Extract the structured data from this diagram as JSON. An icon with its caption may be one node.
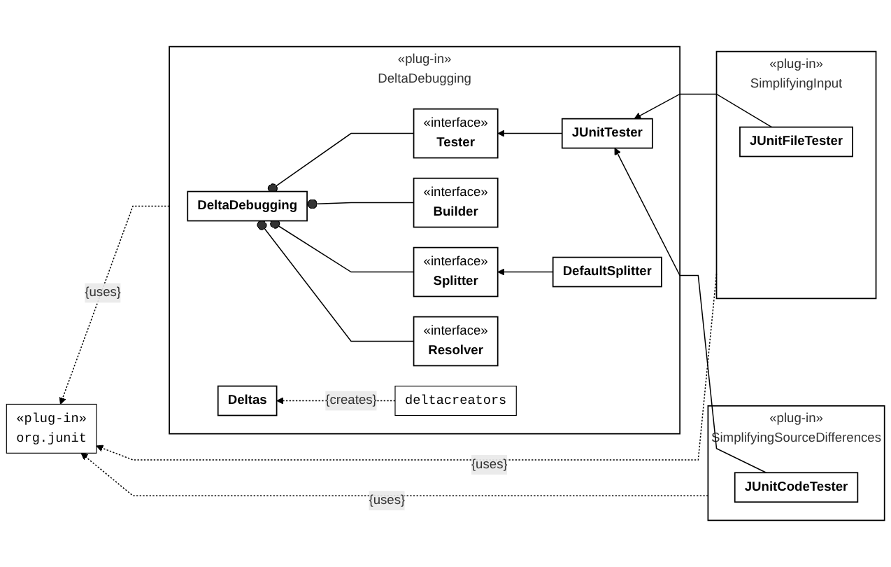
{
  "diagram": {
    "nodes": [
      {
        "text": [
          "«plug-in»",
          "DeltaDebugging"
        ]
      },
      {
        "text": [
          "DeltaDebugging"
        ],
        "in": 0
      },
      {
        "text": [
          "deltacreators"
        ],
        "in": 0
      },
      {
        "text": [
          "«interface»",
          "Tester"
        ],
        "in": 0
      },
      {
        "text": [
          "«interface»",
          "Builder"
        ],
        "in": 0
      },
      {
        "text": [
          "«interface»",
          "Splitter"
        ],
        "in": 0
      },
      {
        "text": [
          "«interface»",
          "Resolver"
        ],
        "in": 0
      },
      {
        "text": [
          "Deltas"
        ],
        "in": 0
      },
      {
        "text": [
          "JUnitTester"
        ],
        "in": 0
      },
      {
        "text": [
          "DefaultSplitter"
        ],
        "in": 0
      },
      {
        "text": [
          "«plug-in»",
          "SimplifyingInput"
        ]
      },
      {
        "text": [
          "JUnitFileTester"
        ],
        "in": 10
      },
      {
        "text": [
          "«plug-in»",
          "SimplifyingSourceDifferences"
        ]
      },
      {
        "text": [
          "JUnitCodeTester"
        ],
        "in": 12
      },
      {
        "text": [
          "«plug-in»",
          "org.junit"
        ]
      }
    ],
    "edges": [
      {
        "from": 3,
        "to": 1,
        "arrow": "other"
      },
      {
        "from": 4,
        "to": 1,
        "arrow": "other"
      },
      {
        "from": 5,
        "to": 1,
        "arrow": "other"
      },
      {
        "from": 6,
        "to": 1,
        "arrow": "other"
      },
      {
        "from": 2,
        "to": 7,
        "arrow": "to",
        "style": "dashed",
        "label": "{creates}"
      },
      {
        "from": 8,
        "to": 3,
        "arrow": "to"
      },
      {
        "from": 9,
        "to": 5,
        "arrow": "to"
      },
      {
        "from": 11,
        "to": 8,
        "arrow": "to"
      },
      {
        "from": 13,
        "to": 8,
        "arrow": "to"
      },
      {
        "from": 0,
        "to": 14,
        "arrow": "to",
        "style": "dashed",
        "label": "{uses}"
      },
      {
        "from": 10,
        "to": 14,
        "arrow": "to",
        "style": "dashed",
        "label": "{uses}"
      },
      {
        "from": 12,
        "to": 14,
        "arrow": "to",
        "style": "dashed",
        "label": "{uses}"
      }
    ]
  }
}
